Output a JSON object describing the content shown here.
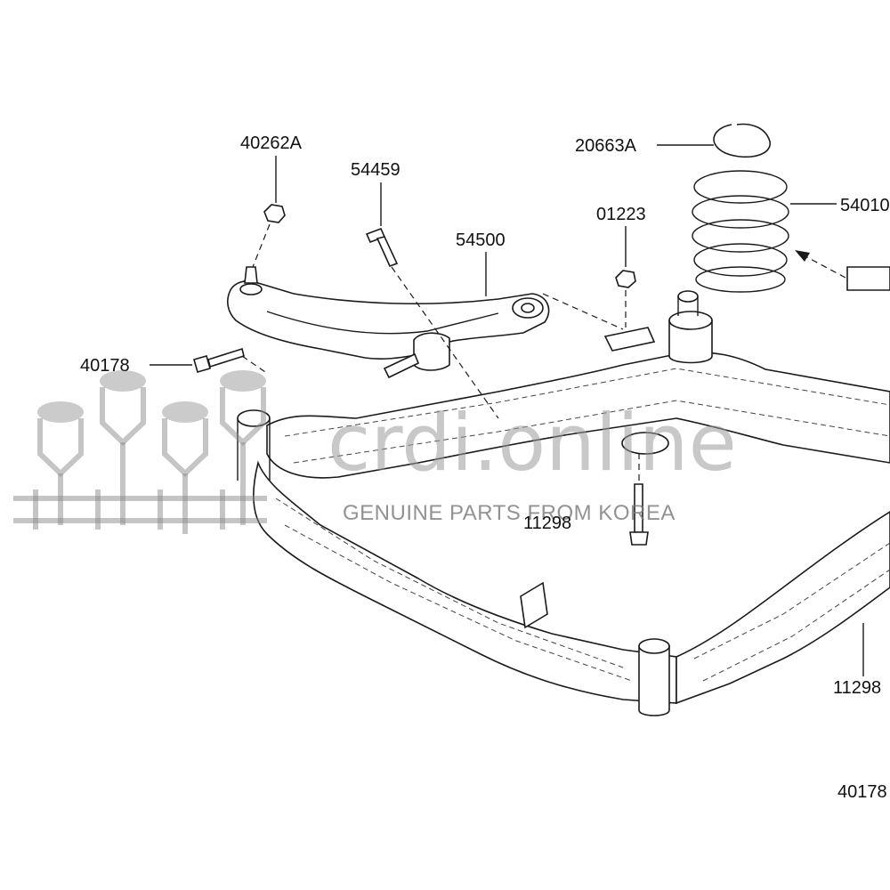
{
  "diagram": {
    "labels": {
      "p40262A": "40262A",
      "p54459": "54459",
      "p54500": "54500",
      "p20663A": "20663A",
      "p01223": "01223",
      "p54010": "54010",
      "p40178_left": "40178",
      "p11298_center": "11298",
      "p11298_right": "11298",
      "p40178_right": "40178"
    },
    "watermark": {
      "brand": "crdi.online",
      "tagline": "GENUINE PARTS FROM KOREA"
    },
    "colors": {
      "line": "#1a1a1a",
      "watermark": "#8c8c8c",
      "background": "#ffffff"
    }
  }
}
